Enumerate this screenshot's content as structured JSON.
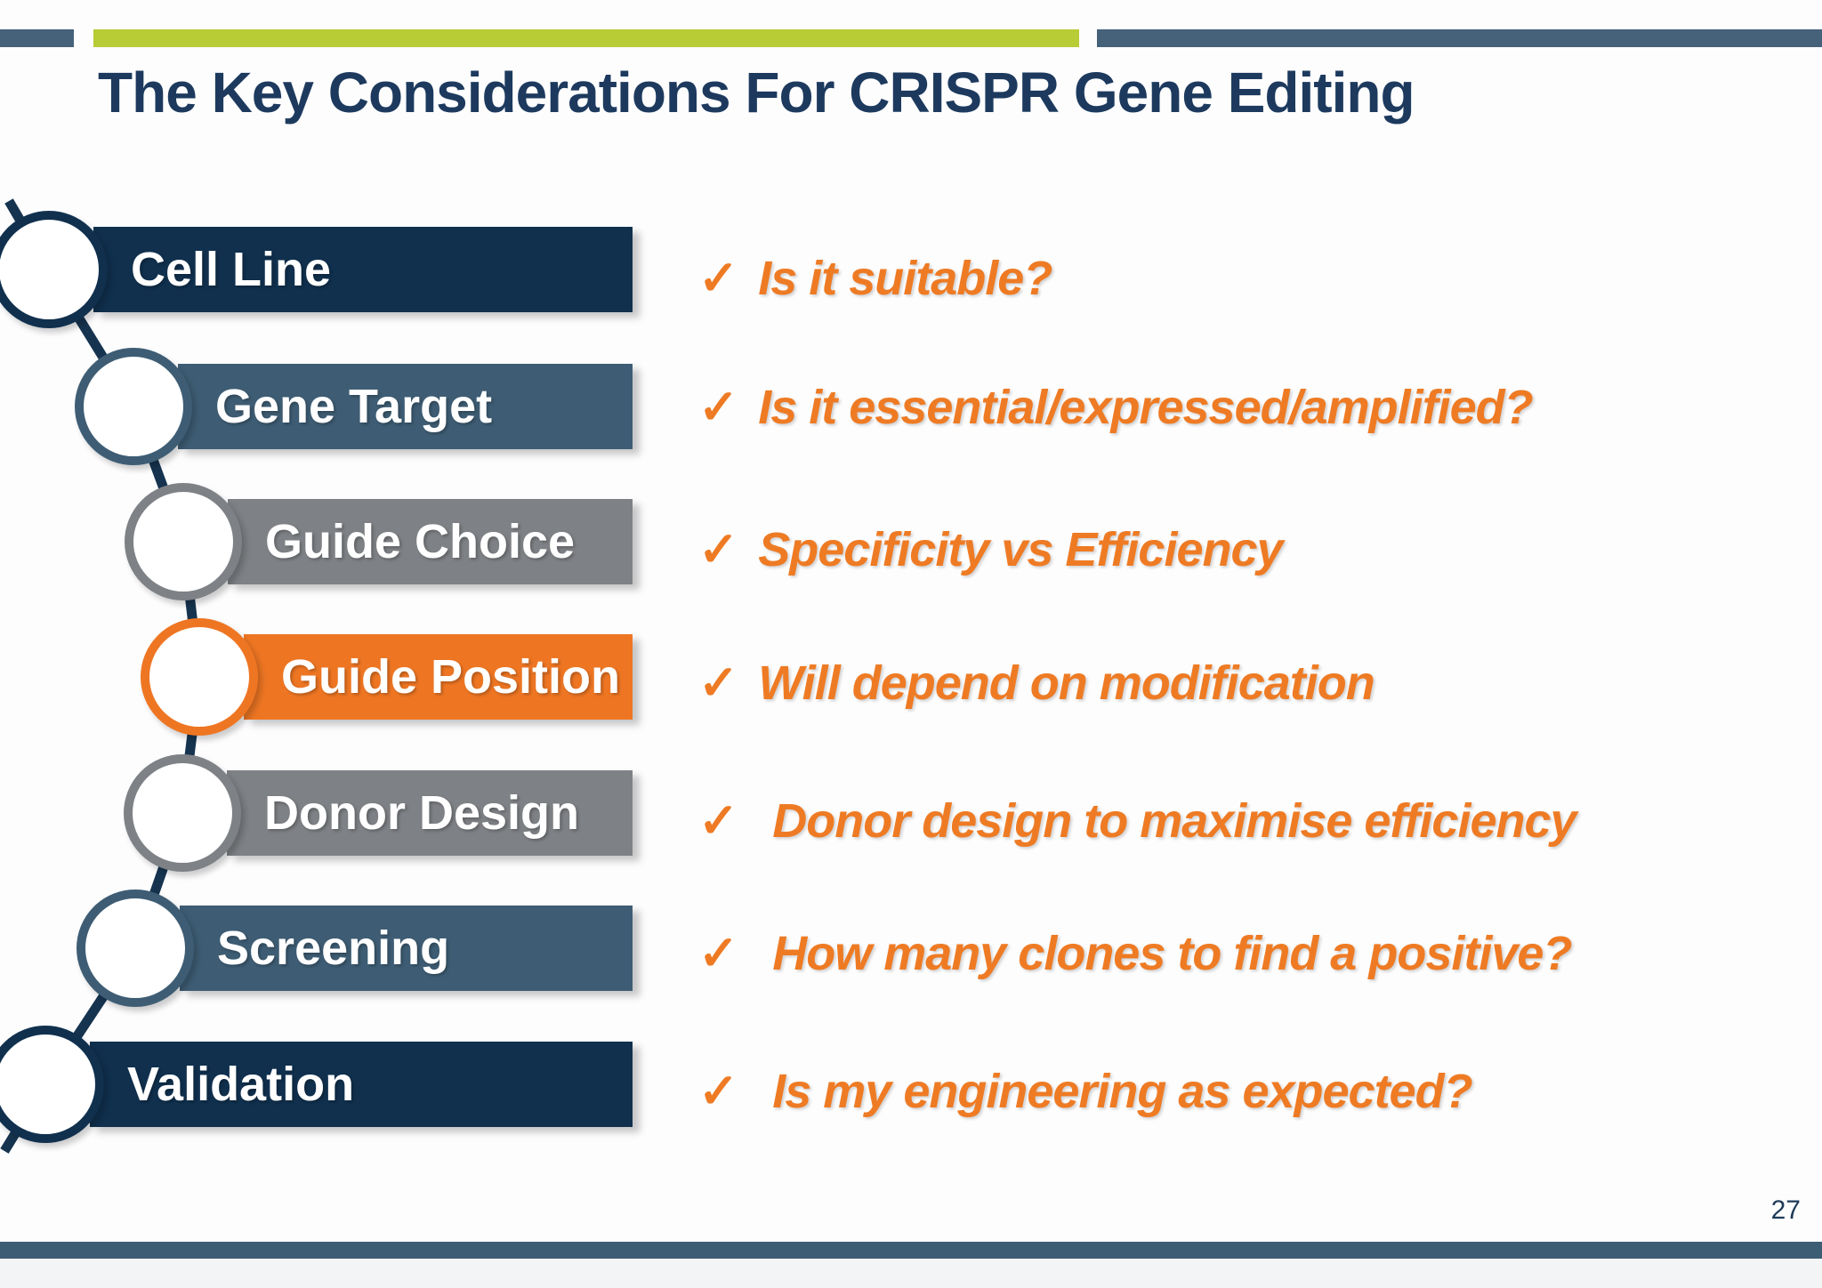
{
  "slide": {
    "title": "The Key Considerations For CRISPR Gene Editing",
    "title_color": "#1d3a5e",
    "page_number": "27",
    "top_band": {
      "left_color": "#46627a",
      "green_color": "#b7cc35",
      "right_color": "#46627a"
    },
    "bottom_bar_color": "#3d5d74",
    "connector_color": "#16344f",
    "checklist_color": "#ee7b24"
  },
  "steps": [
    {
      "label": "Cell Line",
      "color": "#10304e"
    },
    {
      "label": "Gene Target",
      "color": "#3e5d74"
    },
    {
      "label": "Guide Choice",
      "color": "#7e8185"
    },
    {
      "label": "Guide Position",
      "color": "#ee7623"
    },
    {
      "label": "Donor Design",
      "color": "#7e8185"
    },
    {
      "label": "Screening",
      "color": "#3e5d74"
    },
    {
      "label": "Validation",
      "color": "#10304e"
    }
  ],
  "checklist": [
    {
      "check": "✓",
      "text": "Is it suitable?"
    },
    {
      "check": "✓",
      "text": "Is it essential/expressed/amplified?"
    },
    {
      "check": "✓",
      "text": "Specificity vs Efficiency"
    },
    {
      "check": "✓",
      "text": "Will depend on modification"
    },
    {
      "check": "✓",
      "text": "Donor design to maximise efficiency"
    },
    {
      "check": "✓",
      "text": "How many clones to find a positive?"
    },
    {
      "check": "✓",
      "text": "Is my engineering as expected?"
    }
  ]
}
